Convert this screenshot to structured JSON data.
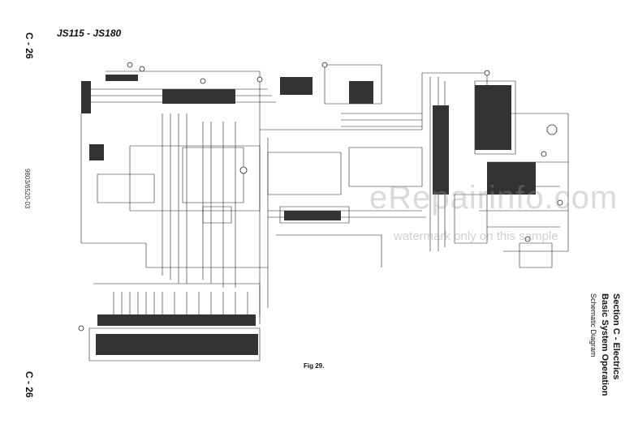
{
  "header": {
    "model": "JS115 - JS180"
  },
  "page": {
    "number_top": "C - 26",
    "number_bottom": "C - 26",
    "doc_number": "9803/6520-03"
  },
  "figure": {
    "caption": "Fig 29."
  },
  "section": {
    "title": "Section C - Electrics",
    "subtitle": "Basic System Operation",
    "detail": "Schematic Diagram"
  },
  "watermark": {
    "site": "eRepairinfo.com",
    "notice": "watermark only on this sample"
  },
  "colors": {
    "ink": "#111111",
    "watermark": "#9a9a9a"
  }
}
